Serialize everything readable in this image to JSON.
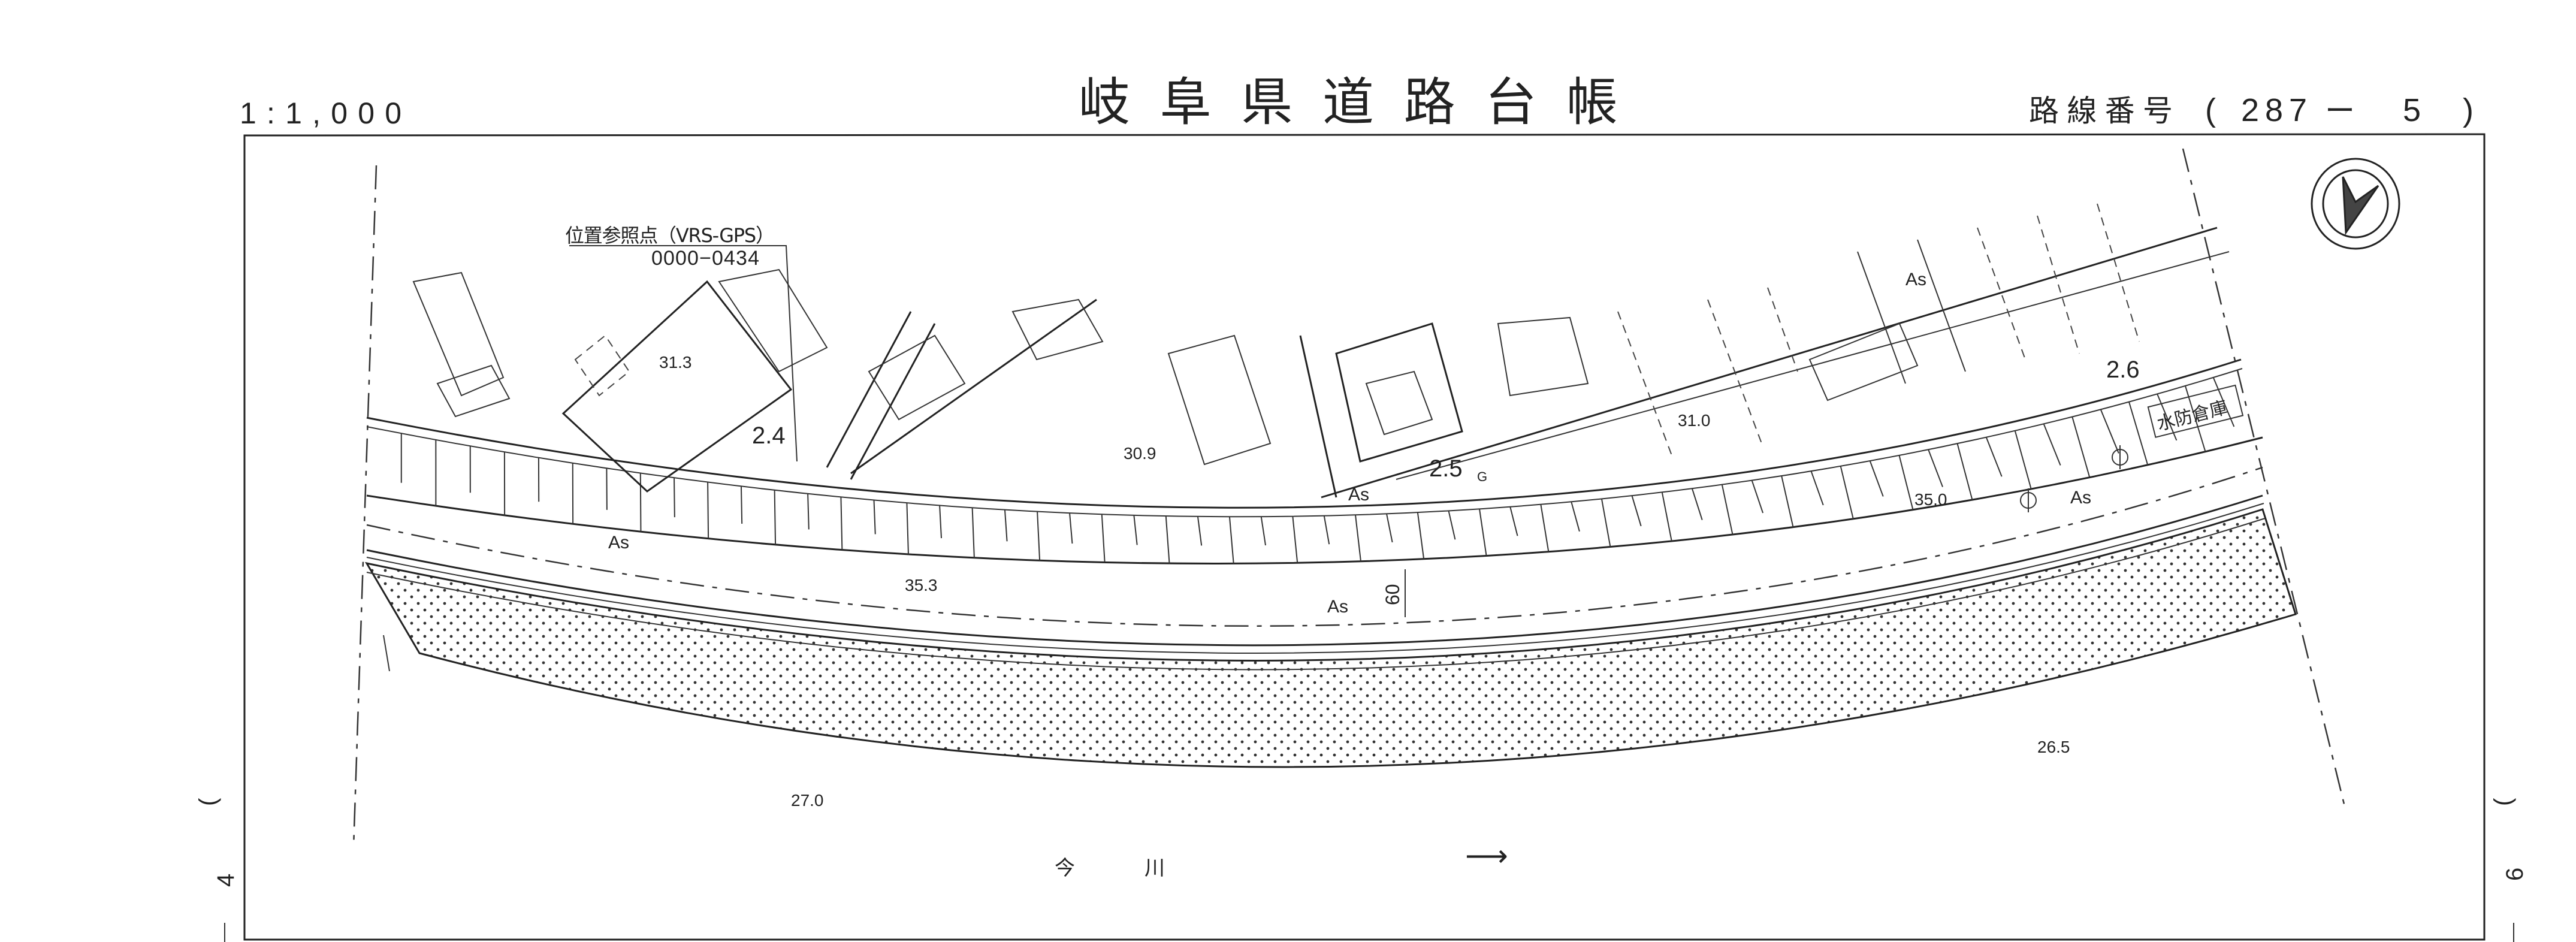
{
  "header": {
    "scale": "1:1,000",
    "title": "岐阜県道路台帳",
    "route_label": "路線番号",
    "route_open": "(",
    "route_number": "287",
    "route_dash": "ー",
    "route_section": "5",
    "route_close": ")"
  },
  "reference_point": {
    "label": "位置参照点（VRS-GPS）",
    "code": "0000−0434"
  },
  "north_arrow": {
    "icon": "north-arrow-icon"
  },
  "spot_elevations": [
    "31.3",
    "30.9",
    "35.3",
    "31.0",
    "35.0",
    "26.5",
    "27.0"
  ],
  "widths": [
    "2.4",
    "2.5",
    "2.6"
  ],
  "road_width": "60",
  "pavement_labels": [
    "As",
    "As",
    "As",
    "As",
    "As"
  ],
  "small_labels": {
    "g": "G"
  },
  "facility": "水防倉庫",
  "river": {
    "name_1": "今",
    "name_2": "川",
    "flow_arrow": "⟶"
  },
  "sheet_margin": {
    "left": {
      "open": "(",
      "number": "4",
      "close": ")"
    },
    "right": {
      "open": "(",
      "number": "6",
      "close": ")"
    }
  },
  "colors": {
    "ink": "#222222",
    "paper": "#ffffff"
  }
}
